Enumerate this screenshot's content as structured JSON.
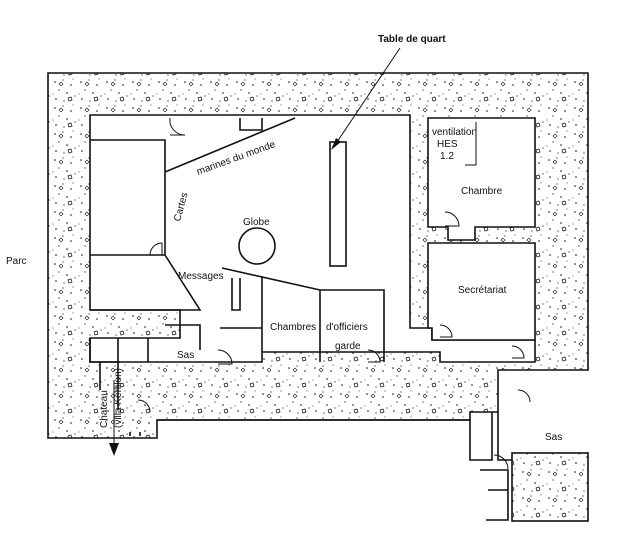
{
  "labels": {
    "table_de_quart": "Table de quart",
    "ventilation": "ventilation",
    "hes": "HES",
    "hes_num": "1.2",
    "chambre": "Chambre",
    "cartes": "Cartes",
    "marines_du_monde": "marines du monde",
    "globe": "Globe",
    "messages": "Messages",
    "parc": "Parc",
    "secretariat": "Secrétariat",
    "chambres": "Chambres",
    "dofficiers": "d'officiers",
    "garde": "garde",
    "sas_main": "Sas",
    "sas_right": "Sas",
    "chateau": "Chateau",
    "villa_kerlilon": "(villa Kérlilon)"
  },
  "colors": {
    "ink": "#111111",
    "paper": "#ffffff"
  }
}
